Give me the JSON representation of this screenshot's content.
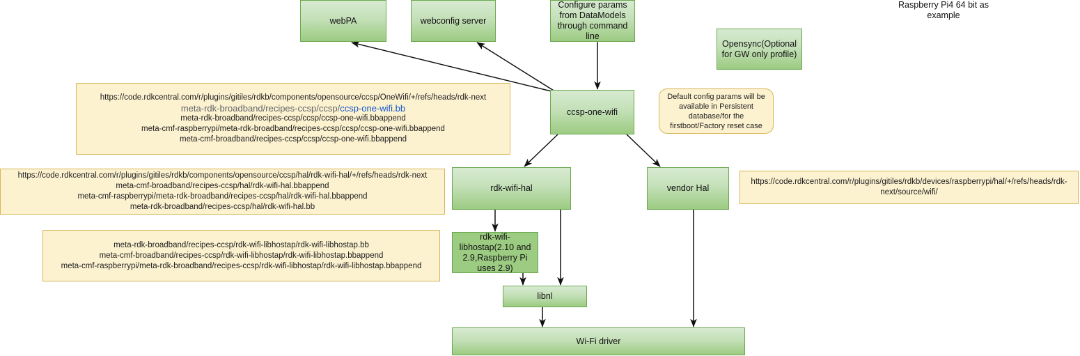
{
  "diagram": {
    "title_note": "Raspberry Pi4 64 bit as example",
    "nodes": {
      "webpa": "webPA",
      "webconfig": "webconfig server",
      "configure_params": "Configure params from DataModels through command line",
      "opensync": "Opensync(Optional for GW only profile)",
      "ccsp_one_wifi": "ccsp-one-wifi",
      "rdk_wifi_hal": "rdk-wifi-hal",
      "vendor_hal": "vendor Hal",
      "libhostap": "rdk-wifi-libhostap(2.10 and 2.9,Raspberry Pi uses 2.9)",
      "libnl": "libnl",
      "wifi_driver": "Wi-Fi driver"
    },
    "notes": {
      "onewifi_recipes": {
        "line1": "https://code.rdkcentral.com/r/plugins/gitiles/rdkb/components/opensource/ccsp/OneWifi/+/refs/heads/rdk-next",
        "line2_prefix": "meta-rdk-broadband/recipes-ccsp/ccsp/",
        "line2_link": "ccsp-one-wifi.bb",
        "line3": "meta-rdk-broadband/recipes-ccsp/ccsp/ccsp-one-wifi.bbappend",
        "line4": "meta-cmf-raspberrypi/meta-rdk-broadband/recipes-ccsp/ccsp/ccsp-one-wifi.bbappend",
        "line5": "meta-cmf-broadband/recipes-ccsp/ccsp/ccsp-one-wifi.bbappend"
      },
      "default_config": "Default config params will be available in Persistent database/for the firstboot/Factory reset case",
      "rdk_wifi_hal_recipes": {
        "line1": "https://code.rdkcentral.com/r/plugins/gitiles/rdkb/components/opensource/ccsp/hal/rdk-wifi-hal/+/refs/heads/rdk-next",
        "line2": "meta-cmf-broadband/recipes-ccsp/hal/rdk-wifi-hal.bbappend",
        "line3": "meta-cmf-raspberrypi/meta-rdk-broadband/recipes-ccsp/hal/rdk-wifi-hal.bbappend",
        "line4": "meta-rdk-broadband/recipes-ccsp/hal/rdk-wifi-hal.bb"
      },
      "libhostap_recipes": {
        "line1": "meta-rdk-broadband/recipes-ccsp/rdk-wifi-libhostap/rdk-wifi-libhostap.bb",
        "line2": "meta-cmf-broadband/recipes-ccsp/rdk-wifi-libhostap/rdk-wifi-libhostap.bbappend",
        "line3": "meta-cmf-raspberrypi/meta-rdk-broadband/recipes-ccsp/rdk-wifi-libhostap/rdk-wifi-libhostap.bbappend"
      },
      "vendor_hal_source": "https://code.rdkcentral.com/r/plugins/gitiles/rdkb/devices/raspberrypi/hal/+/refs/heads/rdk-next/source/wifi/"
    },
    "colors": {
      "node_fill_top": "#d7ead1",
      "node_fill_bottom": "#9ccb82",
      "node_border": "#6aa84f",
      "note_fill": "#fdf2d0",
      "note_border": "#d6b656",
      "link_text": "#1155cc",
      "muted_text": "#5f6368",
      "arrow": "#111111"
    }
  }
}
